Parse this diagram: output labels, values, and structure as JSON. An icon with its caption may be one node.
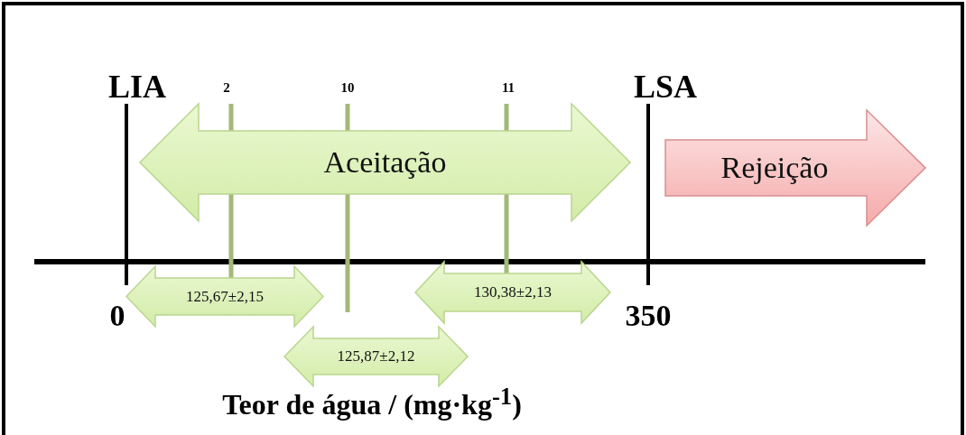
{
  "diagram": {
    "nodes": [
      {
        "text": [
          "Aceitação"
        ]
      },
      {
        "text": [
          "Rejeição"
        ]
      },
      {
        "text": [
          "125,67±2,15"
        ]
      },
      {
        "text": [
          "125,87±2,12"
        ]
      },
      {
        "text": [
          "130,38±2,13"
        ]
      }
    ],
    "labels": [
      "LIA",
      "2",
      "10",
      "11",
      "LSA",
      "0",
      "350",
      "Teor de água / (mg·kg$^{-1}$)"
    ]
  }
}
